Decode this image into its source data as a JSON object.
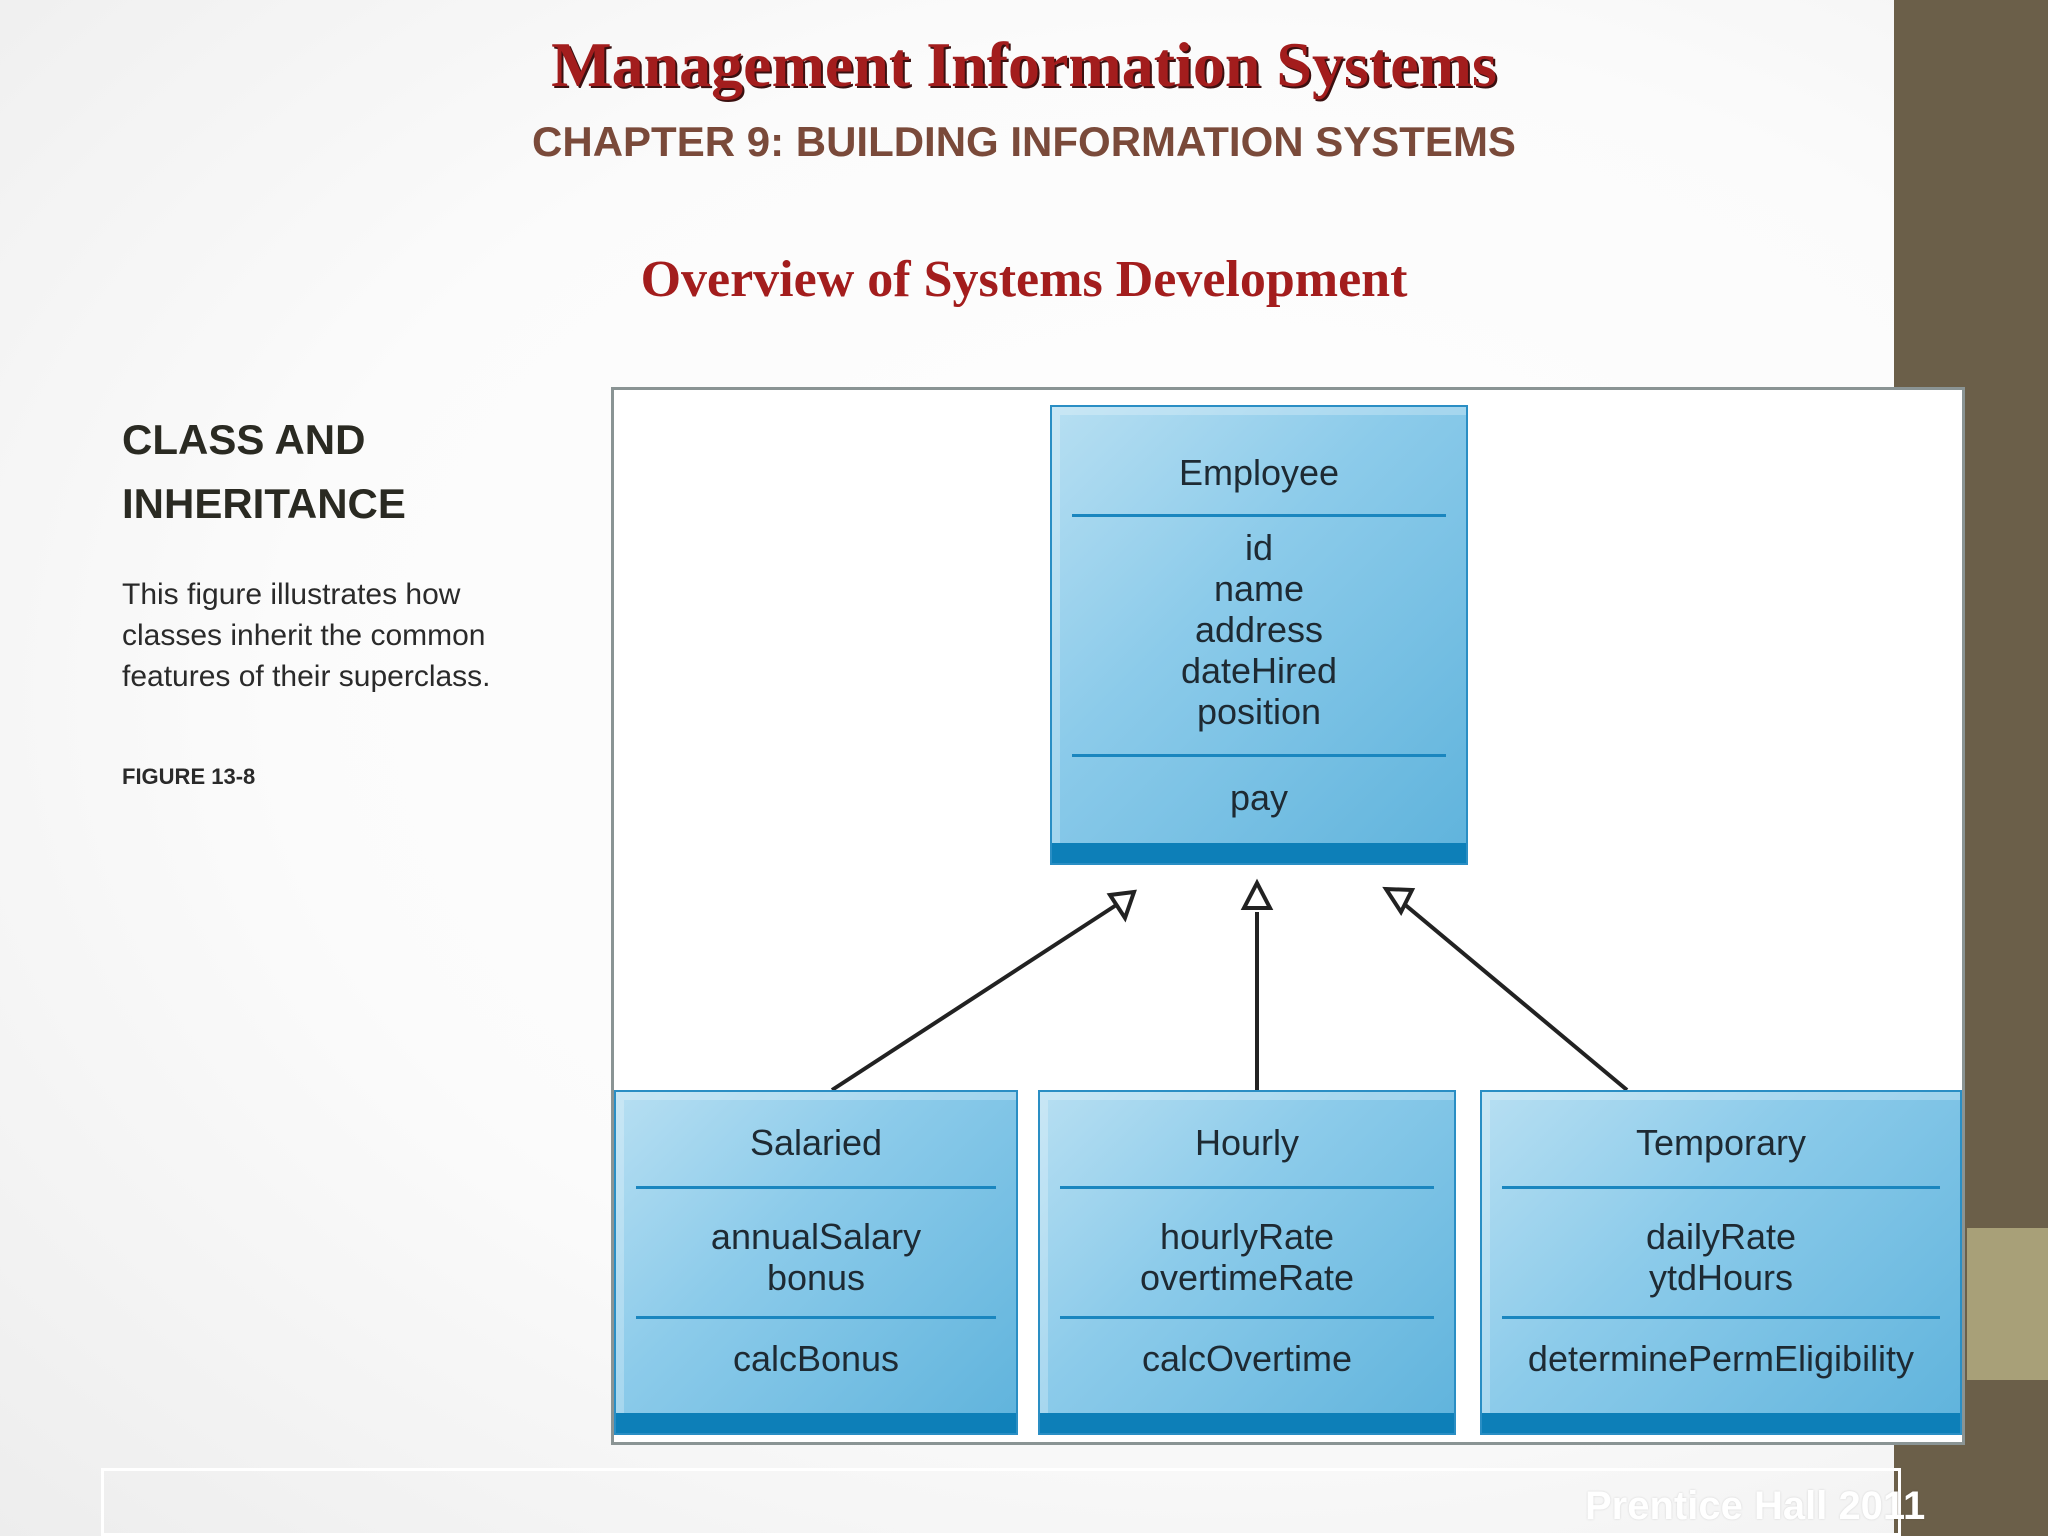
{
  "header": {
    "title": "Management Information Systems",
    "subtitle": "CHAPTER 9: BUILDING INFORMATION SYSTEMS",
    "section": "Overview of Systems Development"
  },
  "sidebar": {
    "heading_line1": "CLASS AND",
    "heading_line2": "INHERITANCE",
    "body_lines": [
      "This figure illustrates how",
      "classes inherit the common",
      "features of their superclass."
    ],
    "figure_label": "FIGURE 13-8"
  },
  "diagram": {
    "superclass": {
      "name": "Employee",
      "attributes": [
        "id",
        "name",
        "address",
        "dateHired",
        "position"
      ],
      "methods": [
        "pay"
      ]
    },
    "subclasses": [
      {
        "name": "Salaried",
        "attributes": [
          "annualSalary",
          "bonus"
        ],
        "methods": [
          "calcBonus"
        ]
      },
      {
        "name": "Hourly",
        "attributes": [
          "hourlyRate",
          "overtimeRate"
        ],
        "methods": [
          "calcOvertime"
        ]
      },
      {
        "name": "Temporary",
        "attributes": [
          "dailyRate",
          "ytdHours"
        ],
        "methods": [
          "determinePermEligibility"
        ]
      }
    ],
    "relation": "inheritance",
    "colors": {
      "box_fill": "#8ccbea",
      "box_border": "#2a8ec4",
      "box_base": "#0d7fb8",
      "arrow": "#222222"
    }
  },
  "footer": {
    "text": "Prentice Hall 2011"
  },
  "theme": {
    "title_color": "#a31d1d",
    "subtitle_color": "#7a4a3a",
    "bar_color": "#6b5f49",
    "accent_color": "#a8a078"
  }
}
